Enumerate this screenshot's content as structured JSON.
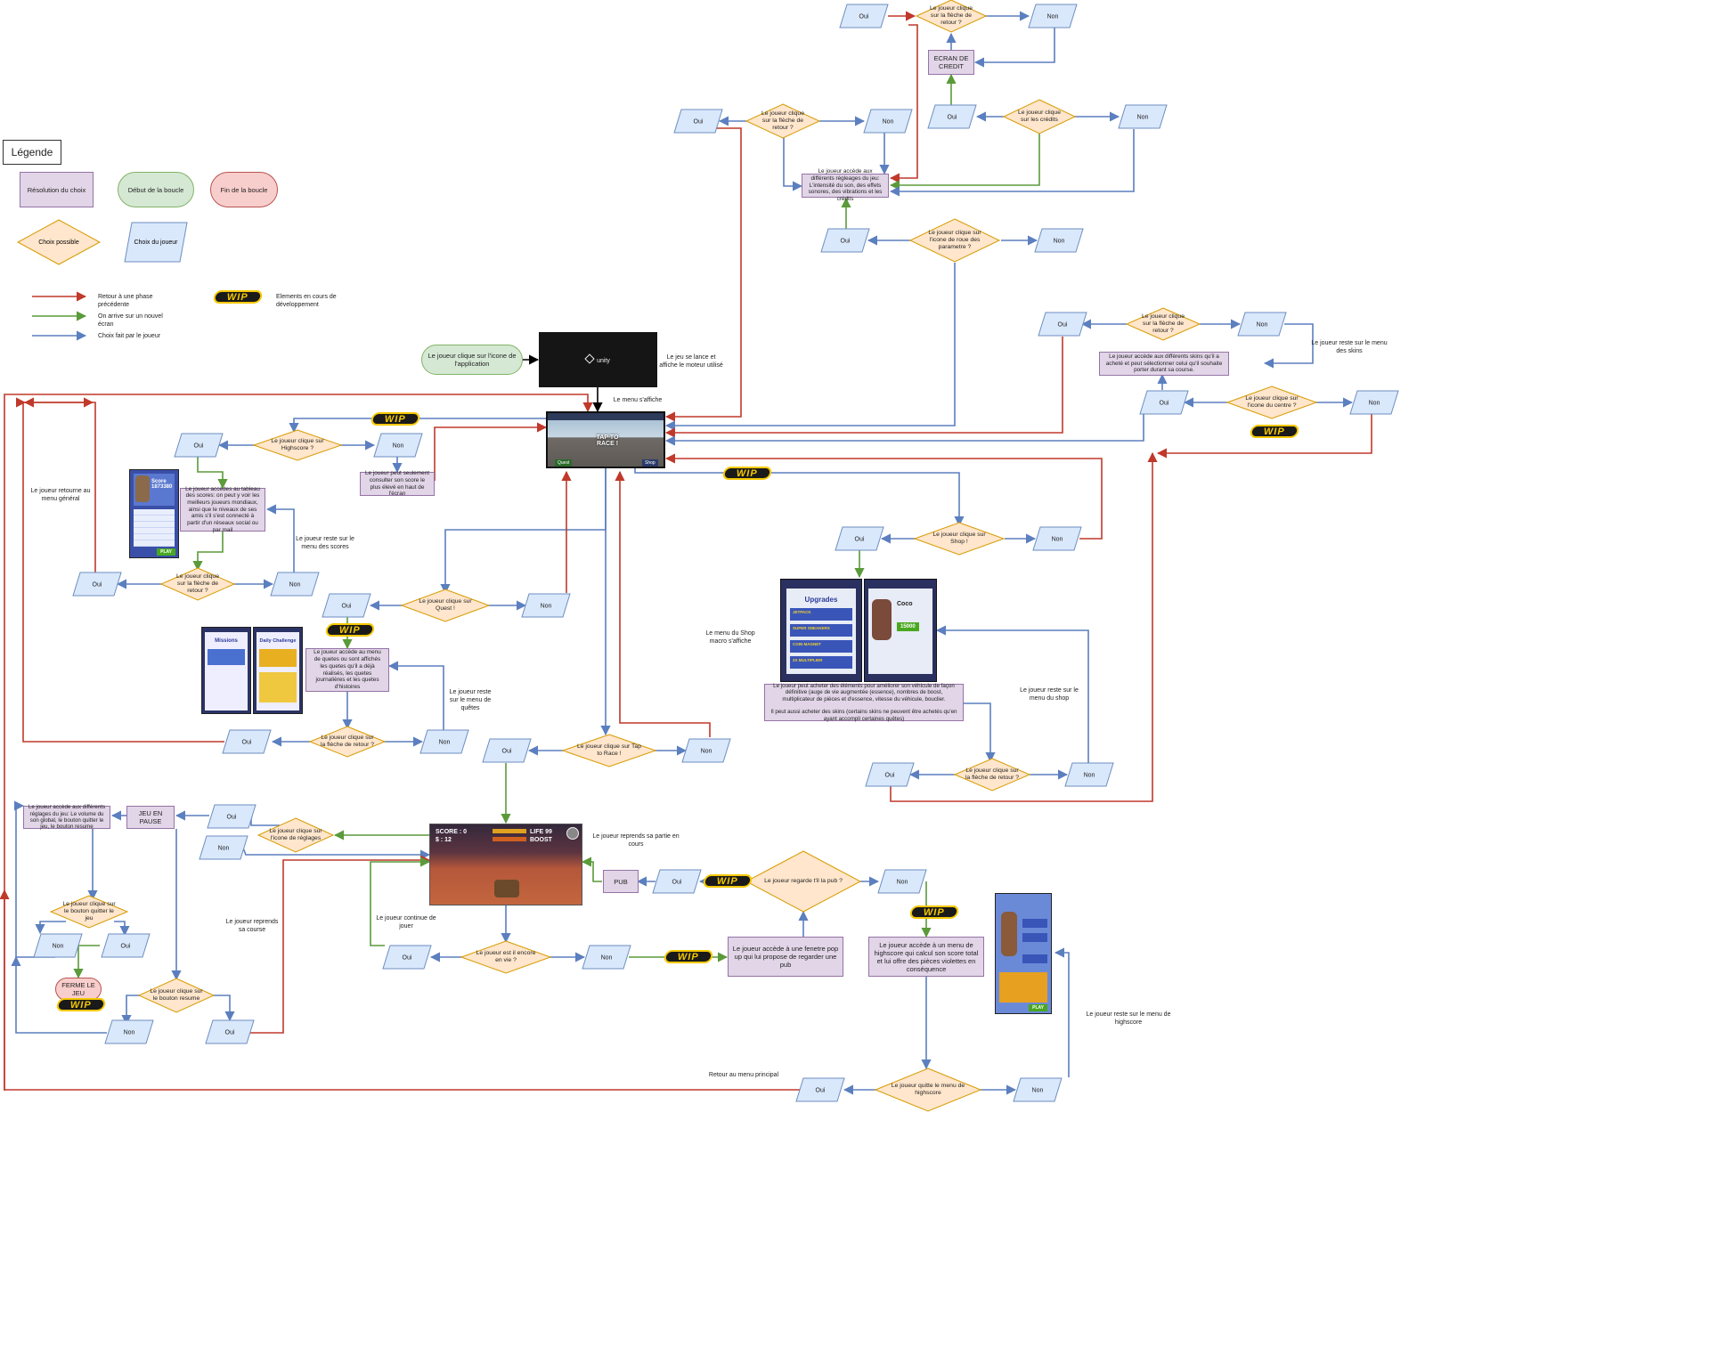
{
  "legend": {
    "title": "Légende",
    "resolution": "Résolution du choix",
    "start": "Début de la boucle",
    "end": "Fin de la boucle",
    "choice": "Choix possible",
    "player_choice": "Choix du joueur",
    "arrow_red": "Retour à une phase précédente",
    "arrow_green": "On arrive sur un nouvel écran",
    "arrow_blue": "Choix fait par le joueur",
    "wip_desc": "Elements en cours de développement"
  },
  "colors": {
    "red": "#c0392b",
    "green": "#5a9a3a",
    "blue": "#5b7fbf",
    "yes": "#dae8fc",
    "diamond": "#ffe6cc"
  },
  "wip_label": "WIP",
  "labels": {
    "yes": "Oui",
    "no": "Non",
    "app_icon": "Le joueur clique sur l'icone de l'application",
    "engine": "Le jeu se lance et affiche le moteur utilisé",
    "menu": "Le menu s'affiche",
    "unity": "unity",
    "credits_back": "Le joueur clique sur la flèche de retour ?",
    "credit_screen": "ECRAN DE CREDIT",
    "credits_click": "Le joueur clique sur les crédits",
    "settings_back": "Le joueur clique sur la flèche de retour ?",
    "settings_res": "Le joueur accède aux différents régleages du jeu: L'intensité du son, des effets sonores, des vibrations et les crédits",
    "settings_q": "Le joueur clique sur l'icone de roue des parametre ?",
    "skin_back": "Le joueur clique sur la flèche de retour ?",
    "skin_res": "Le joueur accède aux différents skins qu'il a acheté et peut sélectionner celui qu'il souhaite porter durant sa course.",
    "skin_stay": "Le joueur reste sur le menu des skins",
    "skin_q": "Le joueur clique sur l'icone du centre ?",
    "hs_q": "Le joueur clique sur Highscore ?",
    "hs_only": "Le joueur peut seulement consulter son score le plus élevé en haut de l'écran",
    "hs_res": "Le joueur accèdes au tableau des scores: on peut y voir les meilleurs joueurs mondiaux, ainsi que le niveaux de ses amis s'il s'est connecté à partir d'un réseaux social ou par mail",
    "back_general": "Le joueur retourne au menu général",
    "hs_stay": "Le joueur reste sur le menu des scores",
    "hs_back": "Le joueur clique sur la flèche de retour ?",
    "shop_q": "Le joueur clique sur Shop !",
    "quest_q": "Le joueur clique sur Quest !",
    "quest_res": "Le joueur accède au menu de quetes ou sont affichés les quetes qu'il a déjà réalisés, les quetes journalières et les quetes d'histoires",
    "quest_stay": "Le joueur reste sur le menu de quêtes",
    "quest_back": "Le joueur clique sur la flèche de retour ?",
    "shop_macro": "Le menu du Shop macro s'affiche",
    "shop_res": "Le joueur peut acheter des éléments pour améliorer son véhicule de façon définitive (auge de vie augmentée (essence), nombres de boost, multiplicateur de pièces et d'essence, vitesse du véhicule, bouclier.\n\nIl peut aussi acheter des skins (certains skins ne peuvent être achetés qu'en ayant accompli certaines quêtes)",
    "shop_stay": "Le joueur reste sur le menu du shop",
    "shop_back": "Le joueur clique sur la flèche de retour ?",
    "race_q": "Le joueur clique sur Tap to Race !",
    "pause_res": "Le joueur accède aux différents réglages du jeu: Le volume du son global, le bouton quitter le jeu, le bouton resume",
    "pause": "JEU EN PAUSE",
    "pause_q": "Le joueur clique sur l'icone de réglages",
    "resume_game": "Le joueur reprends sa partie en cours",
    "quit_q": "Le joueur clique sur le bouton quitter le jeu",
    "close": "FERME LE JEU",
    "resume_q": "Le joueur clique sur le bouton resume",
    "resume_race": "Le joueur reprends sa course",
    "continue": "Le joueur continue de jouer",
    "alive_q": "Le joueur est il encore en vie ?",
    "pub": "PUB",
    "ad_q": "Le joueur regarde t'il la pub ?",
    "ad_res": "Le joueur accède à une fenetre pop up qui lui propose de regarder une pub",
    "score_res": "Le joueur accède à un menu de highscore qui calcul son score total et lui offre des pièces violettes en conséquence",
    "score_stay": "Le joueur reste sur le menu de highscore",
    "main_return": "Retour au menu principal",
    "quit_hs": "Le joueur quitte le menu de highscore"
  },
  "screens": {
    "menu_title": "TAP TO RACE !",
    "menu_quest": "Quest",
    "menu_shop": "Shop",
    "game_score": "SCORE : 0",
    "game_time": "$ : 12",
    "game_life": "LIFE 99",
    "game_boost": "BOOST",
    "hs_title": "Score",
    "hs_value": "1873380",
    "hs_play": "PLAY",
    "missions": "Missions",
    "daily": "Daily Challenge",
    "upgrades": "Upgrades",
    "coco": "Coco",
    "up_items": [
      "JETPACK",
      "SUPER SNEAKERS",
      "COIN MAGNET",
      "2X MULTIPLIER"
    ],
    "price": "15000",
    "end_play": "PLAY"
  }
}
